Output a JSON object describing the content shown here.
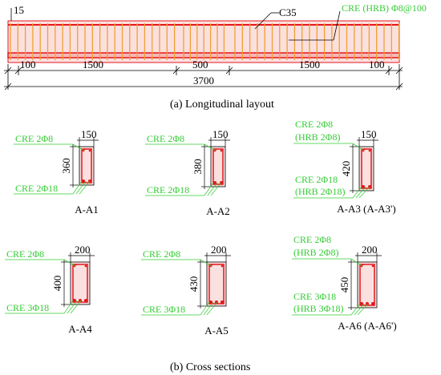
{
  "colors": {
    "rebar_red": "#e5151b",
    "rebar_orange": "#f0a030",
    "concrete_fill": "#fbe0e0",
    "label_green": "#33cc33",
    "dim_line": "#000000"
  },
  "longitudinal": {
    "cover": "15",
    "concrete": "C35",
    "stirrup_label": "CRE (HRB) Φ8@100",
    "dims": [
      "100",
      "1500",
      "500",
      "1500",
      "100"
    ],
    "total": "3700",
    "caption": "(a) Longitudinal layout"
  },
  "sections": [
    {
      "width": "150",
      "height": "360",
      "top_bar": "CRE 2Φ8",
      "top_bar_alt": "",
      "bottom_bar": "CRE 2Φ18",
      "bottom_bar_alt": "",
      "name": "A-A1",
      "bottom_bar_count": 2
    },
    {
      "width": "150",
      "height": "380",
      "top_bar": "CRE 2Φ8",
      "top_bar_alt": "",
      "bottom_bar": "CRE 2Φ18",
      "bottom_bar_alt": "",
      "name": "A-A2",
      "bottom_bar_count": 2
    },
    {
      "width": "150",
      "height": "420",
      "top_bar": "CRE 2Φ8",
      "top_bar_alt": "(HRB 2Φ8)",
      "bottom_bar": "CRE 2Φ18",
      "bottom_bar_alt": "(HRB 2Φ18)",
      "name": "A-A3 (A-A3')",
      "bottom_bar_count": 2
    },
    {
      "width": "200",
      "height": "400",
      "top_bar": "CRE 2Φ8",
      "top_bar_alt": "",
      "bottom_bar": "CRE 3Φ18",
      "bottom_bar_alt": "",
      "name": "A-A4",
      "bottom_bar_count": 3
    },
    {
      "width": "200",
      "height": "430",
      "top_bar": "CRE 2Φ8",
      "top_bar_alt": "",
      "bottom_bar": "CRE 3Φ18",
      "bottom_bar_alt": "",
      "name": "A-A5",
      "bottom_bar_count": 3
    },
    {
      "width": "200",
      "height": "450",
      "top_bar": "CRE 2Φ8",
      "top_bar_alt": "(HRB 2Φ8)",
      "bottom_bar": "CRE 3Φ18",
      "bottom_bar_alt": "(HRB 3Φ18)",
      "name": "A-A6 (A-A6')",
      "bottom_bar_count": 3
    }
  ],
  "cross_caption": "(b) Cross sections"
}
